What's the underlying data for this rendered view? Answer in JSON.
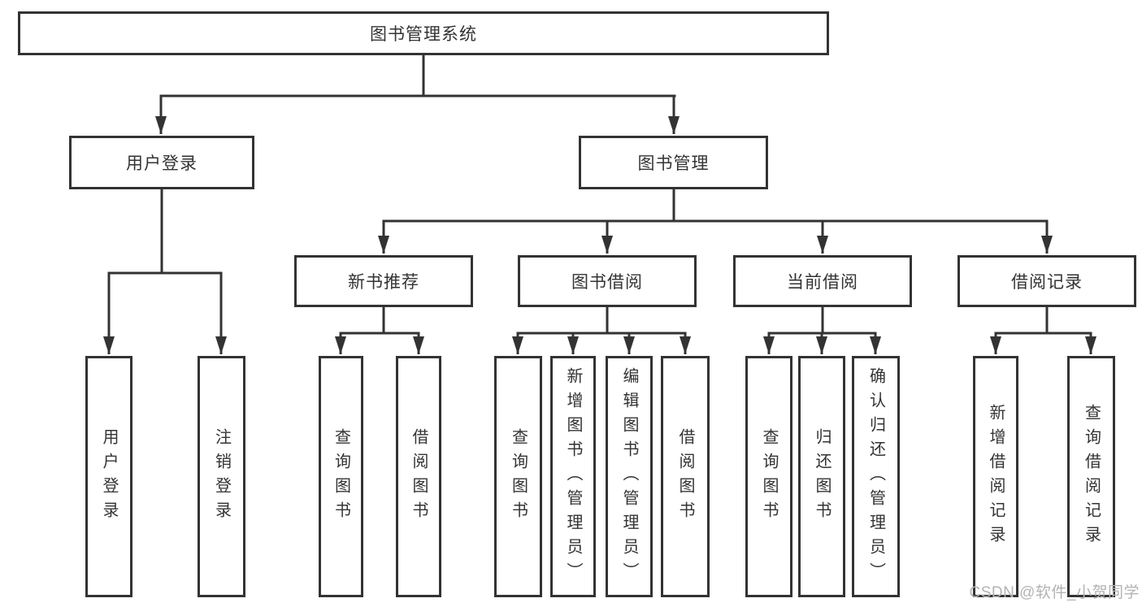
{
  "diagram": {
    "root": {
      "label": "图书管理系统"
    },
    "level2": {
      "user_login": {
        "label": "用户登录",
        "children": [
          "用户登录",
          "注销登录"
        ]
      },
      "book_mgmt": {
        "label": "图书管理"
      }
    },
    "level3": {
      "new_book_rec": {
        "label": "新书推荐",
        "children": [
          "查询图书",
          "借阅图书"
        ]
      },
      "book_borrow": {
        "label": "图书借阅",
        "children": [
          "查询图书",
          "新增图书（管理员）",
          "编辑图书（管理员）",
          "借阅图书"
        ]
      },
      "current_borrow": {
        "label": "当前借阅",
        "children": [
          "查询图书",
          "归还图书",
          "确认归还（管理员）"
        ]
      },
      "borrow_records": {
        "label": "借阅记录",
        "children": [
          "新增借阅记录",
          "查询借阅记录"
        ]
      }
    },
    "colors": {
      "line": "#333333",
      "text": "#333333",
      "box_fill": "#ffffff",
      "watermark": "#b3b3b3"
    },
    "watermark": "CSDN @软件_小贺同学"
  }
}
